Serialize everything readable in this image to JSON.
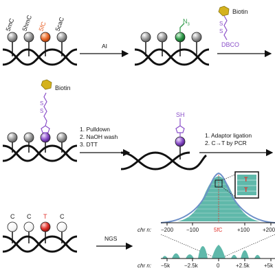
{
  "panel1": {
    "mod_labels": [
      "5mC",
      "5hmC",
      "5fC",
      "5caC"
    ],
    "mod_colors": [
      "#9a9a9a",
      "#9a9a9a",
      "#e8632a",
      "#9a9a9a"
    ],
    "arrow_label": "AI",
    "azide": "N",
    "azide_sub": "3",
    "reagent_label": "Biotin",
    "reagent_name": "DBCO"
  },
  "panel2": {
    "biotin_label": "Biotin",
    "steps": [
      "1. Pulldown",
      "2. NaOH wash",
      "3. DTT"
    ],
    "thiol": "SH",
    "next_steps": [
      "1. Adaptor ligation",
      "2. C→T by PCR"
    ]
  },
  "panel3": {
    "base_labels": [
      "C",
      "C",
      "T",
      "C"
    ],
    "arrow_label": "NGS",
    "inset_labels": [
      "T",
      "T"
    ],
    "peak_label": "5fC",
    "axis_top_label": "chr n:",
    "axis_top_ticks": [
      "−200",
      "−100",
      "+100",
      "+200"
    ],
    "axis_bottom_label": "chr n:",
    "axis_bottom_ticks": [
      "−5k",
      "−2.5k",
      "0",
      "+2.5k",
      "+5k"
    ]
  },
  "colors": {
    "teal": "#5fb8aa",
    "curve": "#6d8fc8",
    "red": "#e0312b",
    "purple": "#8a4fc9",
    "green": "#2f9a4a",
    "gold": "#d4b21e"
  }
}
